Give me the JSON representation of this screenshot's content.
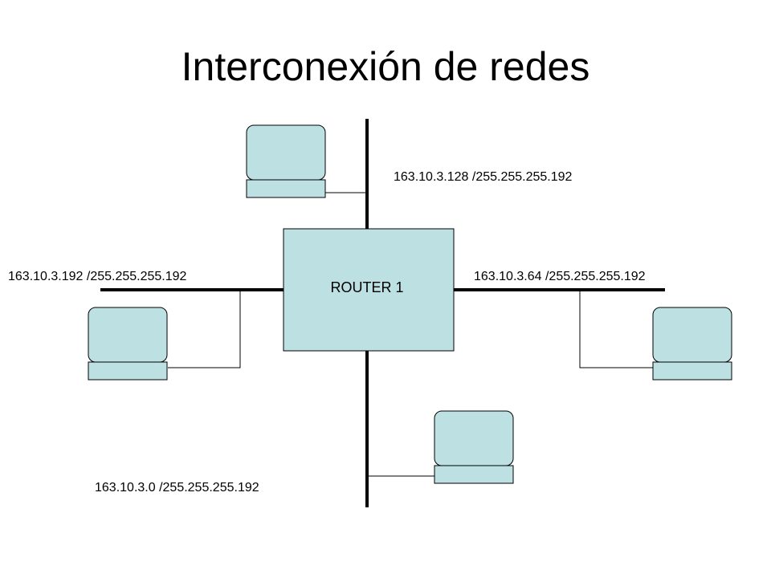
{
  "title": "Interconexión de redes",
  "router": {
    "label": "ROUTER 1"
  },
  "networks": {
    "top": "163.10.3.128 /255.255.255.192",
    "left": "163.10.3.192 /255.255.255.192",
    "right": "163.10.3.64 /255.255.255.192",
    "bottom": "163.10.3.0 /255.255.255.192"
  },
  "colors": {
    "device_fill": "#bde0e3",
    "stroke": "#000000"
  }
}
